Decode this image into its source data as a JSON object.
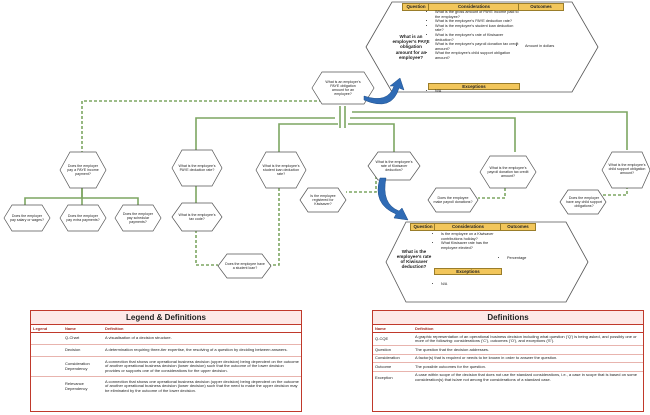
{
  "colors": {
    "green_line": "#7da662",
    "node_border": "#555555",
    "panel_border": "#c0392b",
    "header_gold": "#f2c65b",
    "arrow_blue": "#2f6bb5"
  },
  "nodes": {
    "root": "What is an employer's PAYE obligation amount for an employee?",
    "d1": "Does the employer pay a PAYE income payment?",
    "d1a": "Does the employer pay salary or wages?",
    "d1b": "Does the employer pay extra payments?",
    "d1c": "Does the employer pay schedular payments?",
    "q2": "What is the employee's PAYE deduction rate?",
    "q2a": "What is the employee's tax code?",
    "q2b": "Does the employee have a student loan?",
    "q3": "What is the employee's student loan deduction rate?",
    "q4": "What is the employee's rate of Kiwisaver deduction?",
    "q4a": "Is the employee registered for Kiwisaver?",
    "q5": "What is the employee's payroll donation tax credit amount?",
    "q5a": "Does the employee make payroll donations?",
    "q6": "What is the employee's child support obligation amount?",
    "q6a": "Does the employer have any child support obligations?"
  },
  "callout_top": {
    "question_header": "Question",
    "considerations_header": "Considerations",
    "outcomes_header": "Outcomes",
    "exceptions_header": "Exceptions",
    "question": "What is an employer's PAYE obligation amount for an employee?",
    "considerations": [
      "What is the gross amount of PAYE income paid to the employee?",
      "What is the employee's PAYE deduction rate?",
      "What is the employee's student loan deduction rate?",
      "What is the employee's rate of Kiwisaver deduction?",
      "What is the employee's payroll donation tax credit amount?",
      "What the employee's child support obligation amount?"
    ],
    "outcomes": [
      "Amount in dollars"
    ],
    "exceptions": [
      "N/A"
    ]
  },
  "callout_mid": {
    "question_header": "Question",
    "considerations_header": "Considerations",
    "outcomes_header": "Outcomes",
    "exceptions_header": "Exceptions",
    "question": "What is the employee's rate of Kiwisaver deduction?",
    "considerations": [
      "Is the employee on a Kiwisaver contributions holiday?",
      "What Kiwisaver rate has the employee elected?"
    ],
    "outcomes": [
      "Percentage"
    ],
    "exceptions": [
      "N/A"
    ]
  },
  "legend": {
    "title": "Legend & Definitions",
    "headers": [
      "Legend",
      "Name",
      "Definition"
    ],
    "rows": [
      {
        "name": "Q-Chart",
        "definition": "A visualisation of a decision structure."
      },
      {
        "name": "Decision",
        "definition": "A determination requiring three-tier expertise, the resolving of a question by deciding between answers."
      },
      {
        "name": "Consideration Dependency",
        "definition": "A connection that shows one operational business decision (upper decision) being dependent on the outcome of another operational business decision (lower decision) such that the outcome of the lower decision provides or supports one of the considerations for the upper decision."
      },
      {
        "name": "Relevance Dependency",
        "definition": "A connection that shows one operational business decision (upper decision) being dependent on the outcome of another operational business decision (lower decision) such that the need to make the upper decision may be eliminated by the outcome of the lower decision."
      }
    ]
  },
  "definitions": {
    "title": "Definitions",
    "headers": [
      "Name",
      "Definition"
    ],
    "rows": [
      {
        "name": "Q-CQE",
        "definition": "A graphic representation of an operational business decision including what question ('Q') is being asked, and possibly one or more of the following: considerations ('C'), outcomes ('O'), and exceptions ('E')."
      },
      {
        "name": "Question",
        "definition": "The question that the decision addresses."
      },
      {
        "name": "Consideration",
        "definition": "A factor(s) that is required or needs to be known in order to answer the question."
      },
      {
        "name": "Outcome",
        "definition": "The possible outcomes for the question."
      },
      {
        "name": "Exception",
        "definition": "A case within scope of the decision that does not use the standard considerations, i.e., a case in scope that is based on some consideration(s) that is/are not among the considerations of a standard case."
      }
    ]
  }
}
